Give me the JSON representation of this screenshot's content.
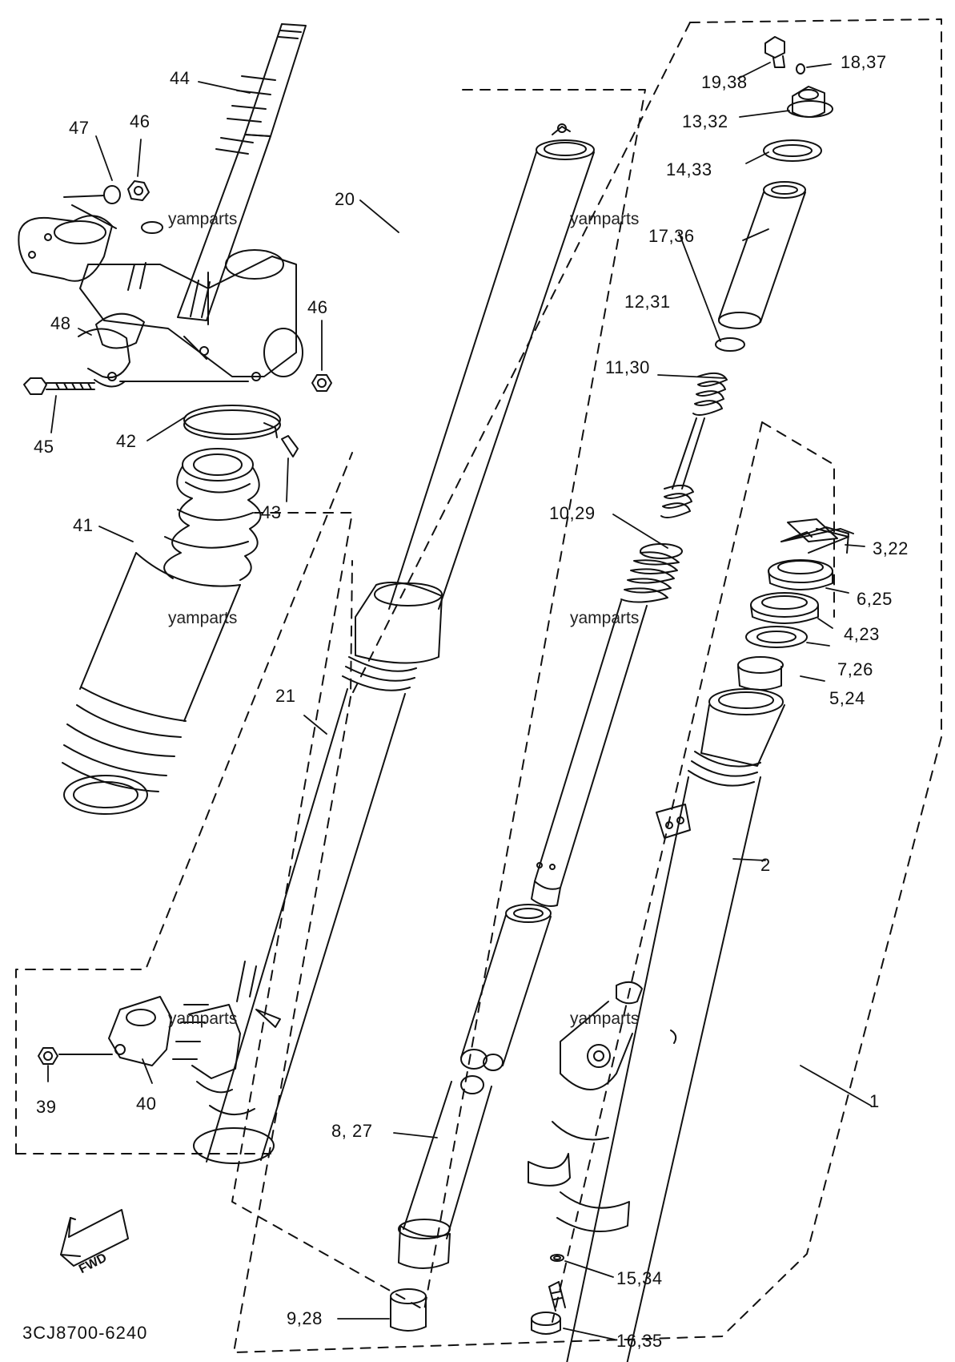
{
  "diagram": {
    "catalog_code": "3CJ8700-6240",
    "fwd_label": "FWD",
    "watermark": "yamparts",
    "callouts": [
      {
        "id": "c44",
        "text": "44"
      },
      {
        "id": "c47",
        "text": "47"
      },
      {
        "id": "c46a",
        "text": "46"
      },
      {
        "id": "c48",
        "text": "48"
      },
      {
        "id": "c46b",
        "text": "46"
      },
      {
        "id": "c45",
        "text": "45"
      },
      {
        "id": "c42",
        "text": "42"
      },
      {
        "id": "c43",
        "text": "43"
      },
      {
        "id": "c41",
        "text": "41"
      },
      {
        "id": "c20",
        "text": "20"
      },
      {
        "id": "c21",
        "text": "21"
      },
      {
        "id": "c39",
        "text": "39"
      },
      {
        "id": "c40",
        "text": "40"
      },
      {
        "id": "c19_38",
        "text": "19,38"
      },
      {
        "id": "c18_37",
        "text": "18,37"
      },
      {
        "id": "c13_32",
        "text": "13,32"
      },
      {
        "id": "c14_33",
        "text": "14,33"
      },
      {
        "id": "c17_36",
        "text": "17,36"
      },
      {
        "id": "c12_31",
        "text": "12,31"
      },
      {
        "id": "c11_30",
        "text": "11,30"
      },
      {
        "id": "c10_29",
        "text": "10,29"
      },
      {
        "id": "c3_22",
        "text": "3,22"
      },
      {
        "id": "c6_25",
        "text": "6,25"
      },
      {
        "id": "c4_23",
        "text": "4,23"
      },
      {
        "id": "c7_26",
        "text": "7,26"
      },
      {
        "id": "c5_24",
        "text": "5,24"
      },
      {
        "id": "c2",
        "text": "2"
      },
      {
        "id": "c1",
        "text": "1"
      },
      {
        "id": "c8_27",
        "text": "8, 27"
      },
      {
        "id": "c9_28",
        "text": "9,28"
      },
      {
        "id": "c15_34",
        "text": "15,34"
      },
      {
        "id": "c16_35",
        "text": "16,35"
      }
    ]
  }
}
